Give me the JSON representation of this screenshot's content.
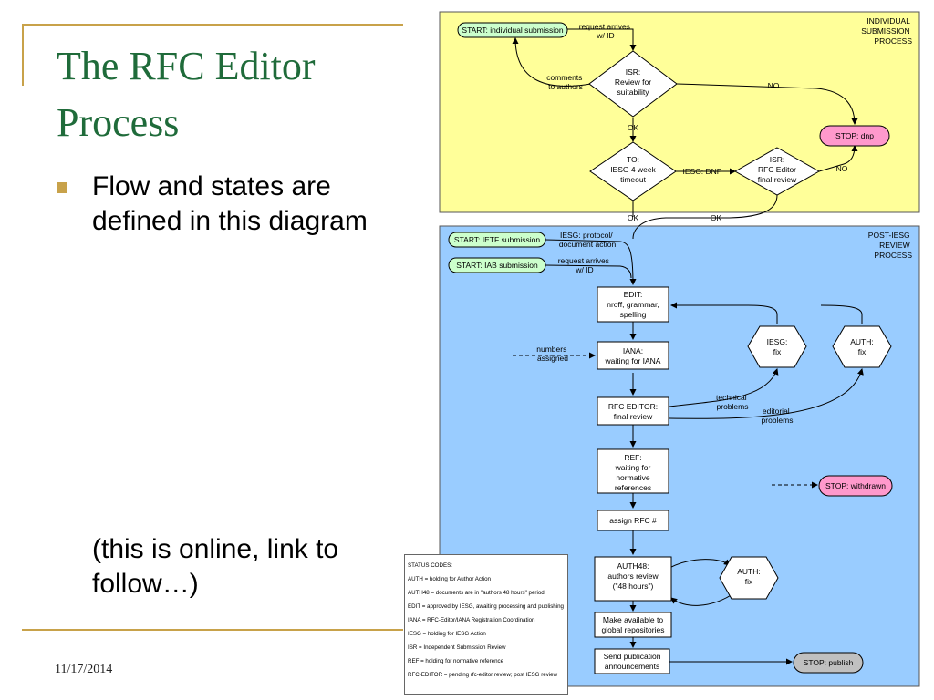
{
  "slide": {
    "title_line1": "The RFC Editor",
    "title_line2": "Process",
    "bullet_text": "Flow and states are defined in this diagram",
    "note_text": "(this is online, link to follow…)",
    "date": "11/17/2014"
  },
  "diagram": {
    "section_individual": [
      "INDIVIDUAL",
      "SUBMISSION",
      "PROCESS"
    ],
    "section_postiesg": [
      "POST-IESG",
      "REVIEW",
      "PROCESS"
    ],
    "start_individual": "START: individual submission",
    "start_ietf": "START: IETF submission",
    "start_iab": "START: IAB submission",
    "isr1": {
      "code": "ISR:",
      "lines": [
        "Review for",
        "suitability"
      ]
    },
    "to": {
      "code": "TO:",
      "lines": [
        "IESG 4 week",
        "timeout"
      ]
    },
    "isr2": {
      "code": "ISR:",
      "lines": [
        "RFC Editor",
        "final review"
      ]
    },
    "stop_dnp": "STOP: dnp",
    "stop_withdrawn": "STOP: withdrawn",
    "stop_publish": "STOP: publish",
    "edit": {
      "code": "EDIT:",
      "lines": [
        "nroff, grammar,",
        "spelling"
      ]
    },
    "iana": {
      "code": "IANA:",
      "lines": [
        "waiting for IANA"
      ]
    },
    "rfceditor": {
      "code": "RFC EDITOR:",
      "lines": [
        "final review"
      ]
    },
    "ref": {
      "code": "REF:",
      "lines": [
        "waiting for",
        "normative",
        "references"
      ]
    },
    "assign": "assign RFC #",
    "auth48": {
      "code": "AUTH48:",
      "lines": [
        "authors review",
        "(\"48 hours\")"
      ]
    },
    "make_available": [
      "Make available to",
      "global repositories"
    ],
    "send_pub": [
      "Send publication",
      "announcements"
    ],
    "iesg_fix": {
      "code": "IESG:",
      "label": "fix"
    },
    "auth_fix1": {
      "code": "AUTH:",
      "label": "fix"
    },
    "auth_fix2": {
      "code": "AUTH:",
      "label": "fix"
    },
    "labels": {
      "request_arrives_1": [
        "request arrives",
        "w/ ID"
      ],
      "comments": [
        "comments",
        "to authors"
      ],
      "no1": "NO",
      "no2": "NO",
      "ok1": "OK",
      "ok2": "OK",
      "ok3": "OK",
      "iesg_dnp": "IESG: DNP",
      "iesg_protocol": [
        "IESG: protocol/",
        "document action"
      ],
      "request_arrives_2": [
        "request arrives",
        "w/ ID"
      ],
      "numbers": [
        "numbers",
        "assigned"
      ],
      "technical": [
        "technical",
        "problems"
      ],
      "editorial": [
        "editorial",
        "problems"
      ]
    },
    "colors": {
      "yellow_bg": "#ffff99",
      "blue_bg": "#99ccff",
      "start_fill": "#ccffcc",
      "stop_fill": "#ff99cc",
      "publish_fill": "#c0c0c0",
      "code_red": "#ff0000"
    }
  },
  "legend": {
    "title": "STATUS CODES:",
    "items": [
      "AUTH = holding for Author Action",
      "AUTH48 = documents are in \"authors 48 hours\" period",
      "EDIT = approved by IESG, awaiting processing and publishing",
      "IANA = RFC-Editor/IANA Registration Coordination",
      "IESG = holding for IESG Action",
      "ISR = Independent Submission Review",
      "REF = holding for normative reference",
      "RFC-EDITOR = pending rfc-editor review; post IESG review"
    ]
  }
}
